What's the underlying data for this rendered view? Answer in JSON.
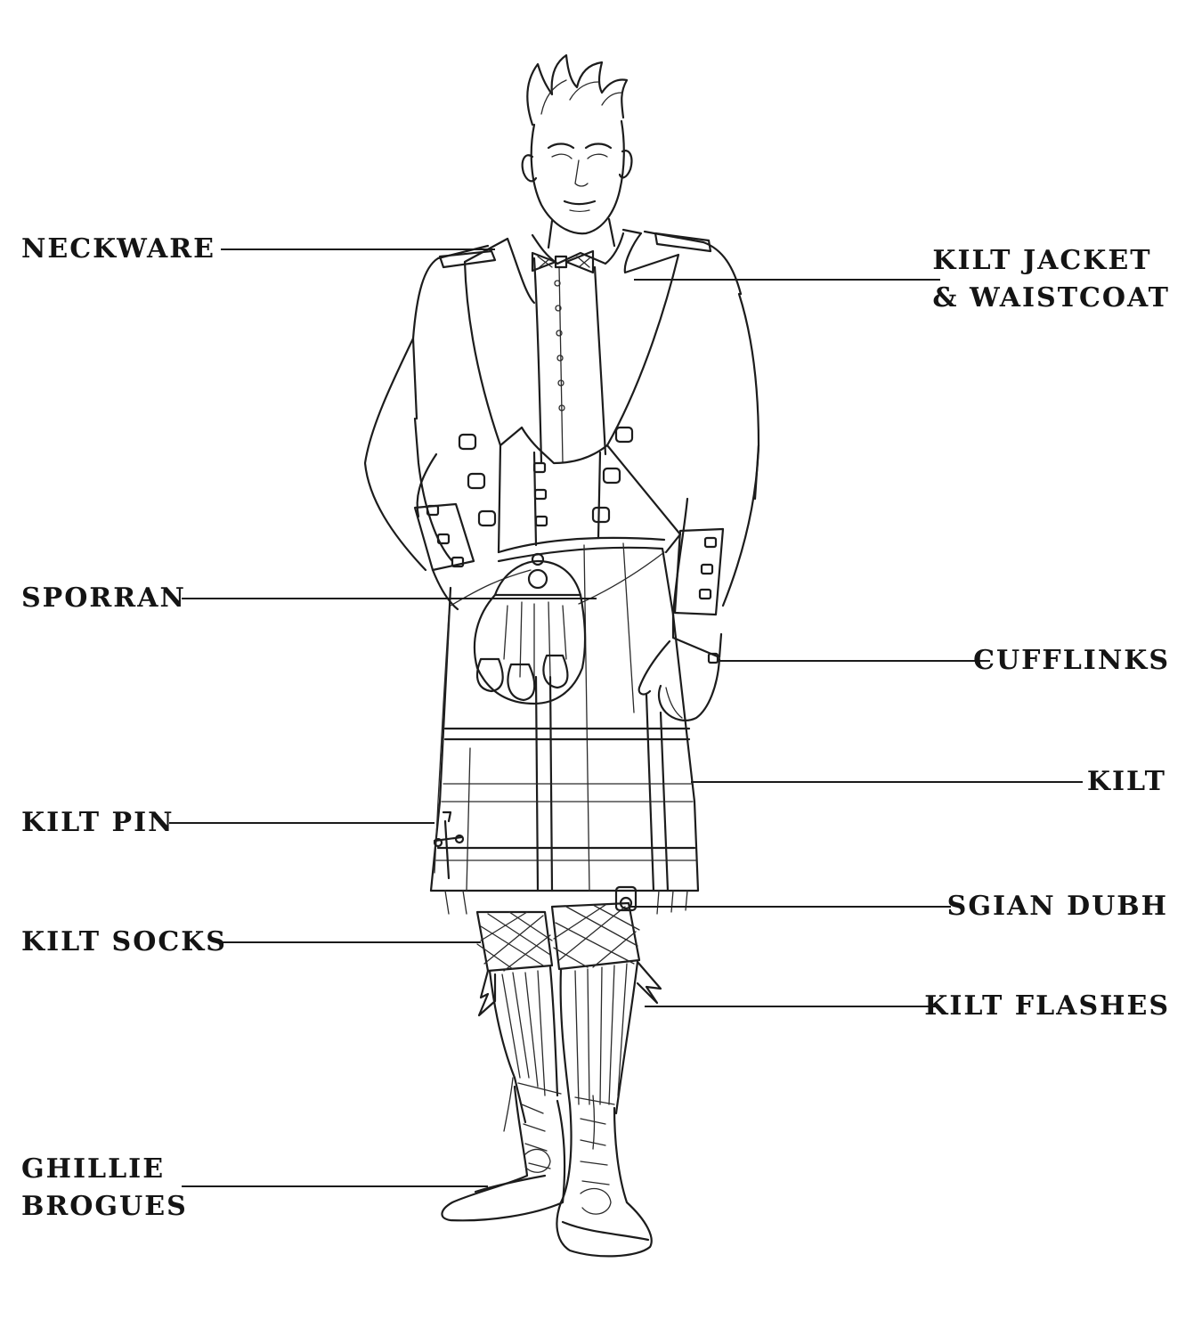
{
  "labels": {
    "neckware": "NECKWARE",
    "kilt_jacket_line1": "KILT JACKET",
    "kilt_jacket_line2": "& WAISTCOAT",
    "sporran": "SPORRAN",
    "cufflinks": "CUFFLINKS",
    "kilt": "KILT",
    "kilt_pin": "KILT PIN",
    "sgian_dubh": "SGIAN DUBH",
    "kilt_socks": "KILT SOCKS",
    "kilt_flashes": "KILT FLASHES",
    "ghillie_line1": "GHILLIE",
    "ghillie_line2": "BROGUES"
  }
}
